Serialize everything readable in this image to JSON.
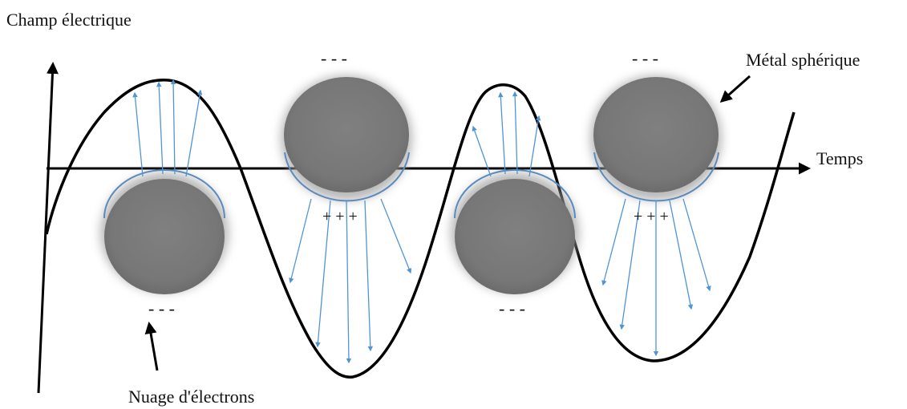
{
  "labels": {
    "y_axis": "Champ électrique",
    "x_axis": "Temps",
    "metal": "Métal sphérique",
    "cloud": "Nuage d'électrons"
  },
  "signs": {
    "minus": "- - -",
    "plus": "+ + +"
  },
  "colors": {
    "sphere": "#7a7a7a",
    "sphere_dark": "#5f5f5f",
    "rim": "#5b8bbd",
    "field_line": "#4f95d6",
    "curve": "#000000"
  }
}
